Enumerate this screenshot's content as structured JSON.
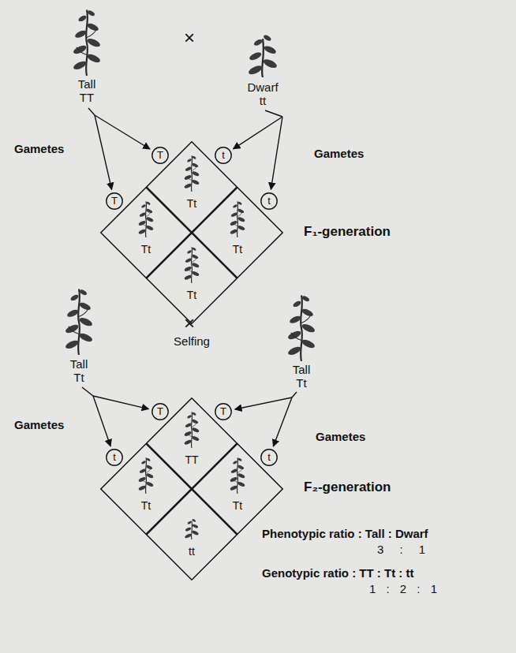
{
  "diagram": {
    "nodes": [
      {
        "text": [
          "T"
        ]
      },
      {
        "text": [
          "t"
        ]
      },
      {
        "text": [
          "T"
        ]
      },
      {
        "text": [
          "t"
        ]
      },
      {
        "text": [
          "Tt"
        ]
      },
      {
        "text": [
          "Tt"
        ]
      },
      {
        "text": [
          "Tt"
        ]
      },
      {
        "text": [
          "Tt"
        ]
      },
      {
        "text": [
          "T"
        ]
      },
      {
        "text": [
          "T"
        ]
      },
      {
        "text": [
          "t"
        ]
      },
      {
        "text": [
          "t"
        ]
      },
      {
        "text": [
          "TT"
        ]
      },
      {
        "text": [
          "Tt"
        ]
      },
      {
        "text": [
          "Tt"
        ]
      },
      {
        "text": [
          "tt"
        ]
      }
    ],
    "labels": [
      "Tall",
      "TT",
      "×",
      "Dwarf",
      "tt",
      "Gametes",
      "Gametes",
      "F₁-generation",
      "Tall",
      "Tt",
      "×",
      "Selfing",
      "Tall",
      "Tt",
      "Gametes",
      "Gametes",
      "F₂-generation",
      "Phenotypic ratio : Tall : Dwarf",
      "3 : 1",
      "Genotypic ratio : TT : Tt : tt",
      "1 : 2 : 1"
    ]
  }
}
